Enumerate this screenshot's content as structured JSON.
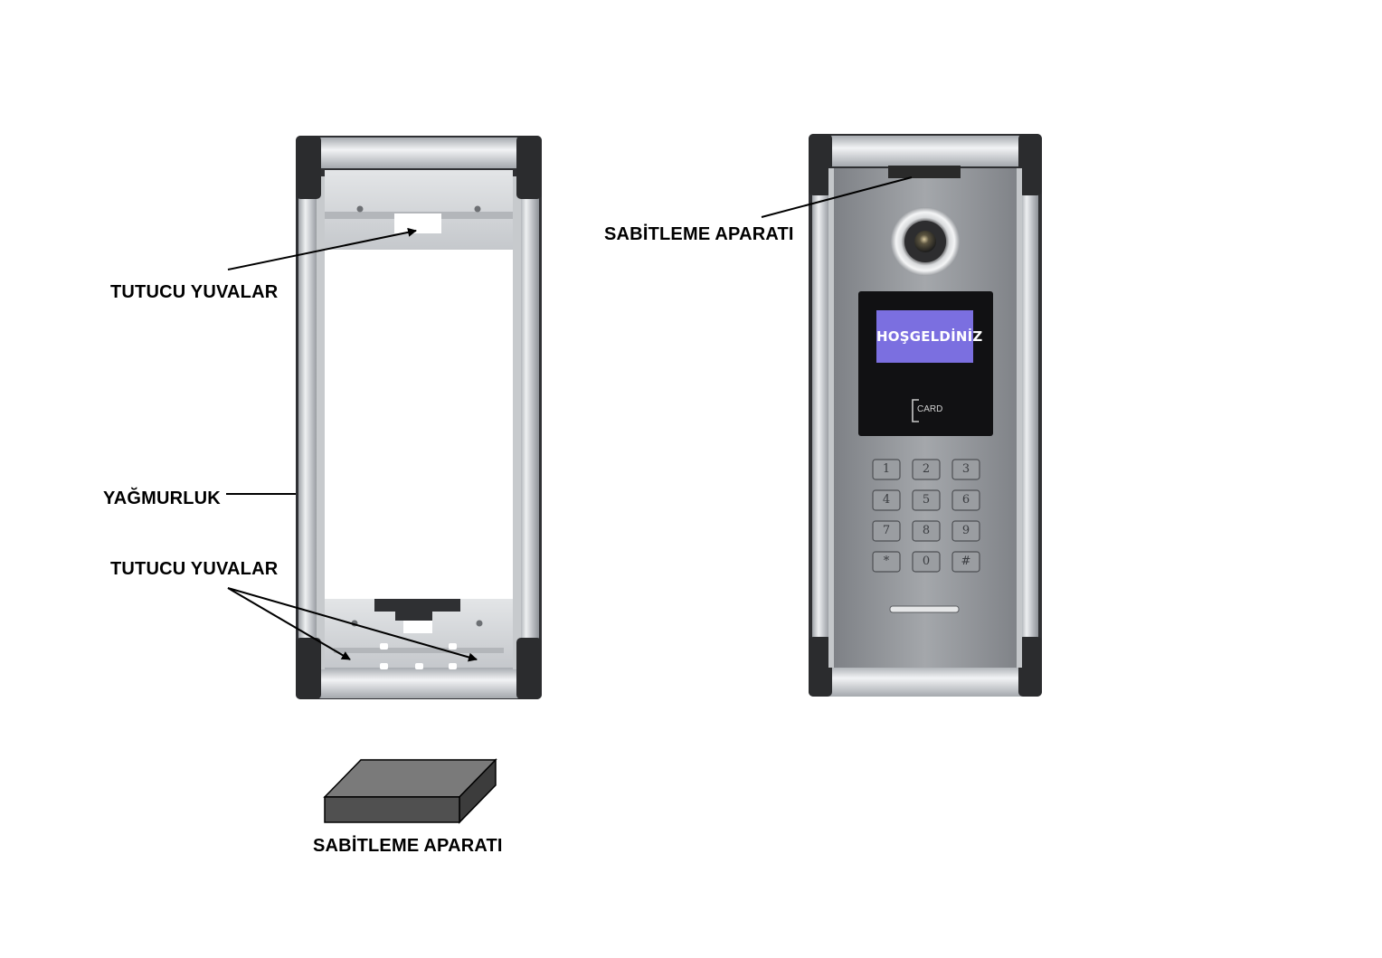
{
  "labels": {
    "holder_slots_top": "TUTUCU YUVALAR",
    "rain_cover": "YAĞMURLUK",
    "holder_slots_bottom": "TUTUCU YUVALAR",
    "fixing_bracket_right": "SABİTLEME APARATI",
    "fixing_bracket_bottom": "SABİTLEME APARATI"
  },
  "device": {
    "screen_text": "HOŞGELDİNİZ",
    "card_text": "CARD",
    "keypad": [
      "1",
      "2",
      "3",
      "4",
      "5",
      "6",
      "7",
      "8",
      "9",
      "*",
      "0",
      "#"
    ]
  },
  "colors": {
    "screen_bg": "#7b6fe0",
    "panel_metal": "#8a8d92",
    "frame_metal": "#c9ccd0",
    "bracket": "#505050"
  }
}
